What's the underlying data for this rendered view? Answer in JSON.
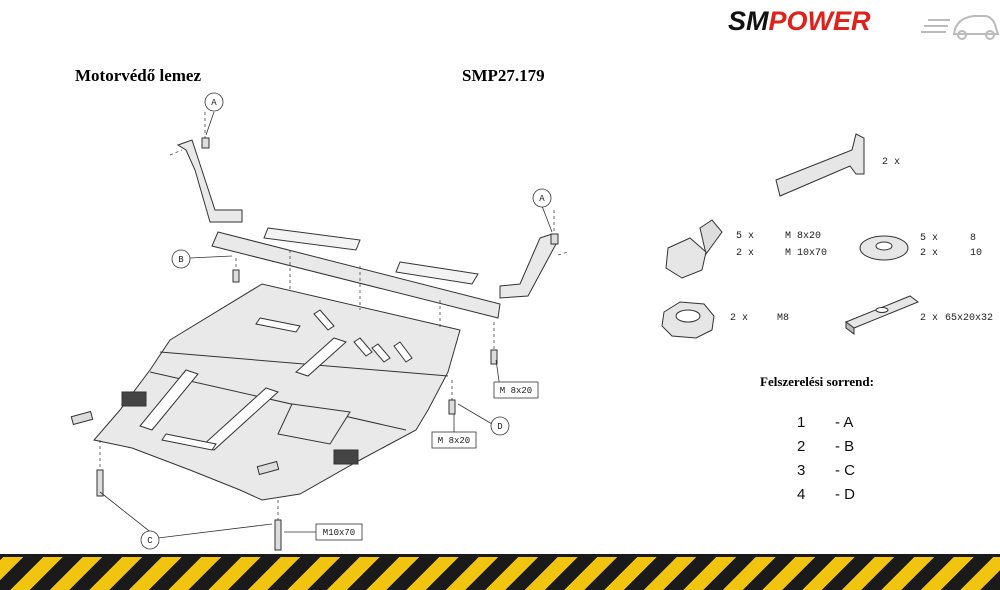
{
  "header": {
    "brand_sm": "SM",
    "brand_power": "POWER",
    "title": "Motorvédő lemez",
    "code": "SMP27.179"
  },
  "diagram": {
    "callouts": {
      "a1": "A",
      "a2": "A",
      "b": "B",
      "c": "C",
      "d": "D",
      "m8x20_right": "M 8x20",
      "m8x20_center": "M 8x20",
      "m10x70": "M10x70"
    }
  },
  "parts": {
    "bracket": {
      "qty": "2 x"
    },
    "bolts": {
      "qty1": "5 x",
      "size1": "M 8x20",
      "qty2": "2 x",
      "size2": "M 10x70"
    },
    "washers": {
      "qty1": "5 x",
      "size1": "8",
      "qty2": "2 x",
      "size2": "10"
    },
    "nuts": {
      "qty": "2 x",
      "size": "M8"
    },
    "plates": {
      "qty": "2 x",
      "size": "65x20x32"
    }
  },
  "sequence": {
    "title": "Felszerelési sorrend:",
    "steps": [
      {
        "num": "1",
        "label": "- A"
      },
      {
        "num": "2",
        "label": "- B"
      },
      {
        "num": "3",
        "label": "- C"
      },
      {
        "num": "4",
        "label": "- D"
      }
    ]
  },
  "colors": {
    "brand_red": "#e0201b",
    "stripe_yellow": "#f1c40f",
    "stripe_black": "#1a1a1a"
  }
}
